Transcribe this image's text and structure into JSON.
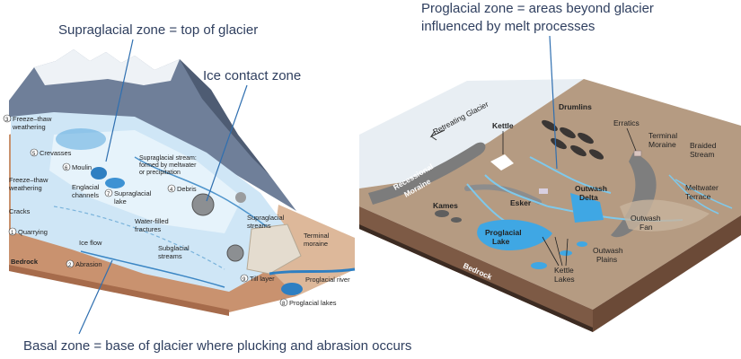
{
  "captions": {
    "supraglacial": "Supraglacial zone = top of glacier",
    "ice_contact": "Ice contact zone",
    "proglacial_line1": "Proglacial zone = areas beyond glacier",
    "proglacial_line2": "influenced by melt processes",
    "basal": "Basal zone = base of glacier where plucking and abrasion occurs"
  },
  "left_diagram": {
    "freeze_thaw_1": "Freeze–thaw",
    "freeze_thaw_1b": "weathering",
    "crevasses": "Crevasses",
    "moulin": "Moulin",
    "freeze_thaw_2": "Freeze–thaw",
    "freeze_thaw_2b": "weathering",
    "englacial_1": "Englacial",
    "englacial_2": "channels",
    "cracks": "Cracks",
    "quarrying": "Quarrying",
    "ice_flow": "Ice flow",
    "abrasion": "Abrasion",
    "bedrock": "Bedrock",
    "supraglacial_lake_1": "Supraglacial",
    "supraglacial_lake_2": "lake",
    "supraglacial_stream_1": "Supraglacial stream:",
    "supraglacial_stream_2": "formed by meltwater",
    "supraglacial_stream_3": "or precipitation",
    "debris": "Debris",
    "water_filled_1": "Water-filled",
    "water_filled_2": "fractures",
    "subglacial_1": "Subglacial",
    "subglacial_2": "streams",
    "supraglacial_streams_1": "Supraglacial",
    "supraglacial_streams_2": "streams",
    "terminal_moraine_1": "Terminal",
    "terminal_moraine_2": "moraine",
    "till_layer": "Till layer",
    "proglacial_river": "Proglacial river",
    "proglacial_lakes": "Proglacial lakes",
    "num_1": "1",
    "num_2": "2",
    "num_3": "3",
    "num_4": "4",
    "num_5": "5",
    "num_6": "6",
    "num_7": "7",
    "num_8": "8",
    "num_9": "9"
  },
  "right_diagram": {
    "retreating_glacier": "Retreating Glacier",
    "kettle": "Kettle",
    "drumlins": "Drumlins",
    "erratics": "Erratics",
    "terminal_moraine_1": "Terminal",
    "terminal_moraine_2": "Moraine",
    "braided_1": "Braided",
    "braided_2": "Stream",
    "recessional_1": "Recessional",
    "recessional_2": "Moraine",
    "esker": "Esker",
    "outwash_delta_1": "Outwash",
    "outwash_delta_2": "Delta",
    "meltwater_1": "Meltwater",
    "meltwater_2": "Terrace",
    "kames": "Kames",
    "outwash_fan_1": "Outwash",
    "outwash_fan_2": "Fan",
    "proglacial_lake_1": "Proglacial",
    "proglacial_lake_2": "Lake",
    "outwash_plains_1": "Outwash",
    "outwash_plains_2": "Plains",
    "kettle_lakes_1": "Kettle",
    "kettle_lakes_2": "Lakes",
    "bedrock": "Bedrock"
  }
}
